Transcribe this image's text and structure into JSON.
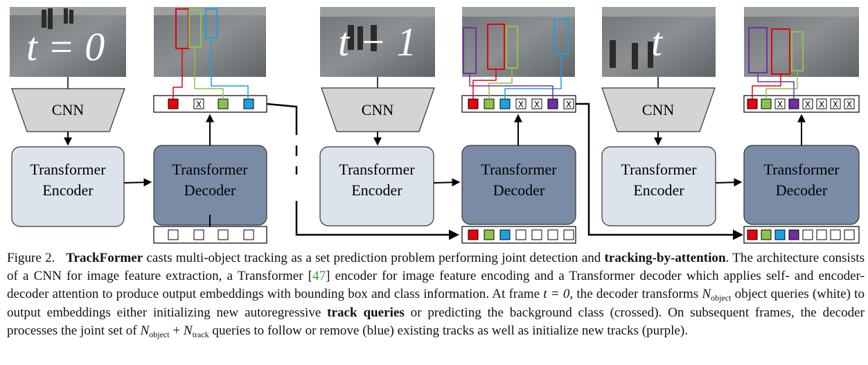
{
  "diagram": {
    "frames": [
      {
        "label": "t = 0"
      },
      {
        "label": "t − 1"
      },
      {
        "label": "t"
      }
    ],
    "cnn_label": "CNN",
    "encoder_label": [
      "Transformer",
      "Encoder"
    ],
    "decoder_label": [
      "Transformer",
      "Decoder"
    ],
    "query_cross_symbol": "☒",
    "colors": {
      "red": "#e8000b",
      "green": "#8bc34a",
      "blue": "#1ba1e2",
      "purple": "#7030a0",
      "encoder_fill": "#dde3ea",
      "decoder_fill": "#7a8ba6",
      "cnn_fill": "#d4d4d4"
    }
  },
  "caption": {
    "figure_number": "Figure 2.",
    "bold_name": "TrackFormer",
    "text_1": " casts multi-object tracking as a set prediction problem performing joint detection and ",
    "bold_tba": "tracking-by-attention",
    "text_2": ". The architecture consists of a CNN for image feature extraction, a Transformer [",
    "citation": "47",
    "text_3": "] encoder for image feature encoding and a Transformer decoder which applies self- and encoder-decoder attention to produce output embeddings with bounding box and class information. At frame ",
    "math_t0": "t = 0",
    "text_4": ", the decoder transforms ",
    "n_symbol": "N",
    "sub_object": "object",
    "text_5": " object queries (white) to output embeddings either initializing new autoregressive ",
    "bold_tq": "track queries",
    "text_6": " or predicting the background class (crossed). On subsequent frames, the decoder processes the joint set of ",
    "plus": " + ",
    "sub_track": "track",
    "text_7": " queries to follow or remove (blue) existing tracks as well as initialize new tracks (purple)."
  }
}
